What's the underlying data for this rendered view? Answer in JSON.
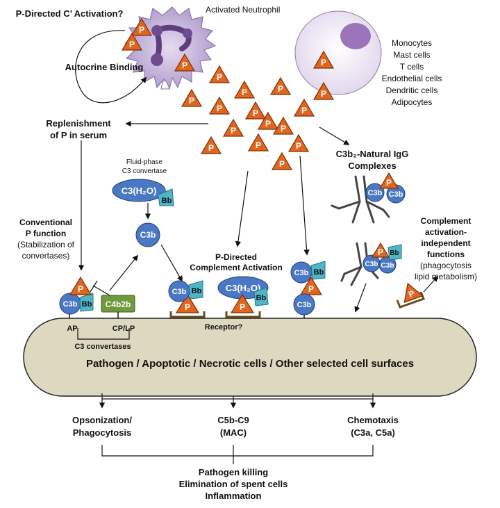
{
  "labels": {
    "p_directed_c_activation": "P-Directed C’ Activation?",
    "activated_neutrophil": "Activated Neutrophil",
    "autocrine_binding": "Autocrine Binding",
    "cell_types": [
      "Monocytes",
      "Mast cells",
      "T cells",
      "Endothelial cells",
      "Dendritic cells",
      "Adipocytes"
    ],
    "replenishment_line1": "Replenishment",
    "replenishment_line2": "of P in serum",
    "fluid_phase_line1": "Fluid-phase",
    "fluid_phase_line2": "C3 convertase",
    "c3b2_line1": "C3b₂-Natural IgG",
    "c3b2_line2": "Complexes",
    "conventional_line1": "Conventional",
    "conventional_line2": "P function",
    "conventional_line3": "(Stabilization of",
    "conventional_line4": "convertases)",
    "p_directed_line1": "P-Directed",
    "p_directed_line2": "Complement Activation",
    "independent_line1": "Complement",
    "independent_line2": "activation-",
    "independent_line3": "independent",
    "independent_line4": "functions",
    "independent_line5": "(phagocytosis",
    "independent_line6": "lipid metabolism)",
    "receptor": "Receptor?",
    "ap": "AP",
    "cp_lp": "CP/LP",
    "c3_convertases": "C3 convertases",
    "cell_surface": "Pathogen / Apoptotic / Necrotic cells / Other selected cell surfaces",
    "outcome_opsonization_line1": "Opsonization/",
    "outcome_opsonization_line2": "Phagocytosis",
    "outcome_mac_line1": "C5b-C9",
    "outcome_mac_line2": "(MAC)",
    "outcome_chemotaxis_line1": "Chemotaxis",
    "outcome_chemotaxis_line2": "(C3a, C5a)",
    "final_line1": "Pathogen killing",
    "final_line2": "Elimination of spent cells",
    "final_line3": "Inflammation"
  },
  "molecules": {
    "properdin": "P",
    "c3b": "C3b",
    "bb": "Bb",
    "c3h2o": "C3(H₂O)",
    "c4b2b": "C4b2b"
  },
  "colors": {
    "properdin_fill": "#e0661e",
    "properdin_stroke": "#7a2e08",
    "c3b_fill": "#4a78c4",
    "c3b_stroke": "#1e3f78",
    "bb_fill": "#4fb6c8",
    "c4b2b_fill": "#6f9a3c",
    "cell_surface_fill": "#ddd8c0",
    "neutrophil_fill": "#c8b8de",
    "nucleus_fill": "#6f4c8e",
    "other_cell_fill": "#efe8f6",
    "other_cell_nucleus": "#9c74bc"
  }
}
